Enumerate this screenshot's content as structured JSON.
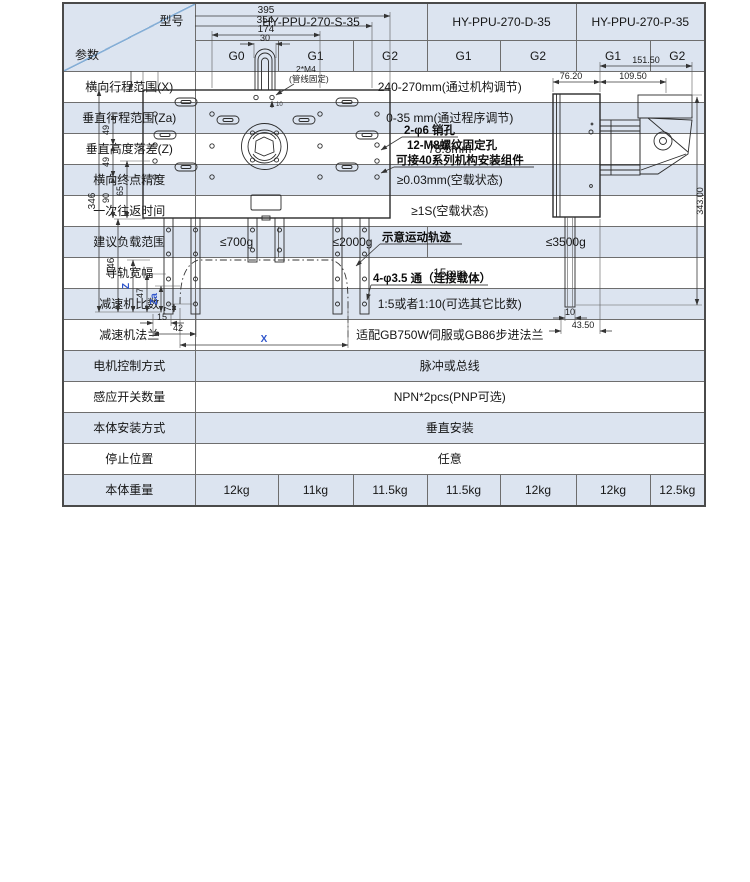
{
  "colors": {
    "row_tint": "#dce4f0",
    "diagonal_line": "#85aed6",
    "accent_blue": "#2f55cb",
    "line": "#2b2b2b"
  },
  "drawing": {
    "front": {
      "dims": {
        "w395": "395",
        "w354": "354",
        "w174": "174",
        "w30": "30",
        "h71": "71",
        "h49a": "49",
        "h49b": "49",
        "h90": "90",
        "h65": "65",
        "h346": "346",
        "h146": "146",
        "z": "Z",
        "h47": "47",
        "za": "Za",
        "h7": "7",
        "w15": "15",
        "w42": "42",
        "x": "X",
        "gap10": "10"
      },
      "labels": {
        "m4": "2*M4",
        "m4_note": "(管线固定)",
        "pin": "2-φ6 销孔",
        "m8": "12-M8螺纹固定孔",
        "mount": "可接40系列机构安装组件",
        "track": "示意运动轨迹",
        "hole": "4-φ3.5 通（连接载体）"
      }
    },
    "side": {
      "dims": {
        "w15150": "151.50",
        "w7620": "76.20",
        "w10950": "109.50",
        "h343": "343.00",
        "w10": "10",
        "w4350": "43.50"
      }
    }
  },
  "table": {
    "corner": {
      "top": "型号",
      "bottom": "参数"
    },
    "models": [
      {
        "name": "HY-PPU-270-S-35",
        "grades": [
          "G0",
          "G1",
          "G2"
        ]
      },
      {
        "name": "HY-PPU-270-D-35",
        "grades": [
          "G1",
          "G2"
        ]
      },
      {
        "name": "HY-PPU-270-P-35",
        "grades": [
          "G1",
          "G2"
        ]
      }
    ],
    "rows": [
      {
        "label": "横向行程范围(X)",
        "cells": [
          {
            "text": "240-270mm(通过机构调节)",
            "span": 7
          }
        ]
      },
      {
        "label": "垂直行程范围(Za)",
        "cells": [
          {
            "text": "0-35 mm(通过程序调节)",
            "span": 7
          }
        ]
      },
      {
        "label": "垂直高度落差(Z)",
        "cells": [
          {
            "text": "78.5mm",
            "span": 7
          }
        ]
      },
      {
        "label": "横向终点精度",
        "cells": [
          {
            "text": "≥0.03mm(空载状态)",
            "span": 7
          }
        ]
      },
      {
        "label": "一次往返时间",
        "cells": [
          {
            "text": "≥1S(空载状态)",
            "span": 7
          }
        ]
      },
      {
        "label": "建议负载范围",
        "cells": [
          {
            "text": "≤700g",
            "span": 1
          },
          {
            "text": "≤2000g",
            "span": 2
          },
          {
            "text": "≤3500g",
            "span": 4
          }
        ]
      },
      {
        "label": "导轨宽幅",
        "cells": [
          {
            "text": "15mm",
            "span": 7
          }
        ]
      },
      {
        "label": "减速机比数",
        "cells": [
          {
            "text": "1:5或者1:10(可选其它比数)",
            "span": 7
          }
        ]
      },
      {
        "label": "减速机法兰",
        "cells": [
          {
            "text": "适配GB750W伺服或GB86步进法兰",
            "span": 7
          }
        ]
      },
      {
        "label": "电机控制方式",
        "cells": [
          {
            "text": "脉冲或总线",
            "span": 7
          }
        ]
      },
      {
        "label": "感应开关数量",
        "cells": [
          {
            "text": "NPN*2pcs(PNP可选)",
            "span": 7
          }
        ]
      },
      {
        "label": "本体安装方式",
        "cells": [
          {
            "text": "垂直安装",
            "span": 7
          }
        ]
      },
      {
        "label": "停止位置",
        "cells": [
          {
            "text": "任意",
            "span": 7
          }
        ]
      },
      {
        "label": "本体重量",
        "cells": [
          {
            "text": "12kg",
            "span": 1
          },
          {
            "text": "11kg",
            "span": 1
          },
          {
            "text": "11.5kg",
            "span": 1
          },
          {
            "text": "11.5kg",
            "span": 1
          },
          {
            "text": "12kg",
            "span": 1
          },
          {
            "text": "12kg",
            "span": 1
          },
          {
            "text": "12.5kg",
            "span": 1
          }
        ]
      }
    ]
  }
}
